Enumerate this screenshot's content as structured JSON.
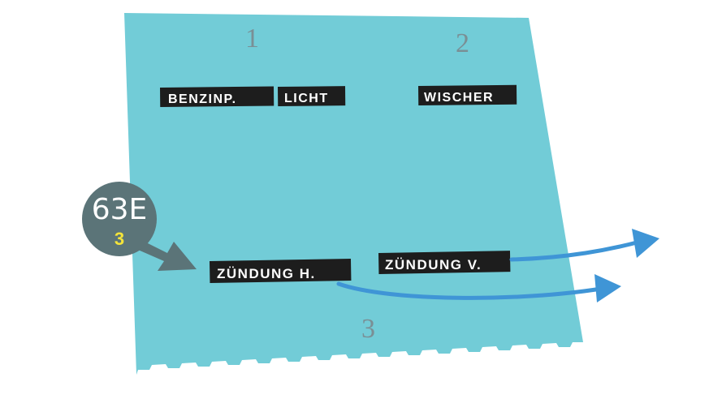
{
  "colors": {
    "panel": "#72ccd7",
    "label_bg": "#1d1d1d",
    "label_text": "#ffffff",
    "arrow_blue": "#3f95d6",
    "badge_bg": "#5b7478",
    "badge_accent": "#f4e43a",
    "section_number": "#7a8f95"
  },
  "sections": {
    "s1": "1",
    "s2": "2",
    "s3": "3"
  },
  "labels": {
    "benzinp": "BENZINP.",
    "licht": "LICHT",
    "wischer": "WISCHER",
    "zuendung_h": "ZÜNDUNG H.",
    "zuendung_v": "ZÜNDUNG V."
  },
  "badge": {
    "code": "63E",
    "number": "3",
    "icon": "arrow-pointer-icon"
  },
  "arrows": {
    "from_zuendung_v": "curved-arrow-right-icon",
    "from_zuendung_h": "curved-arrow-right-icon"
  }
}
